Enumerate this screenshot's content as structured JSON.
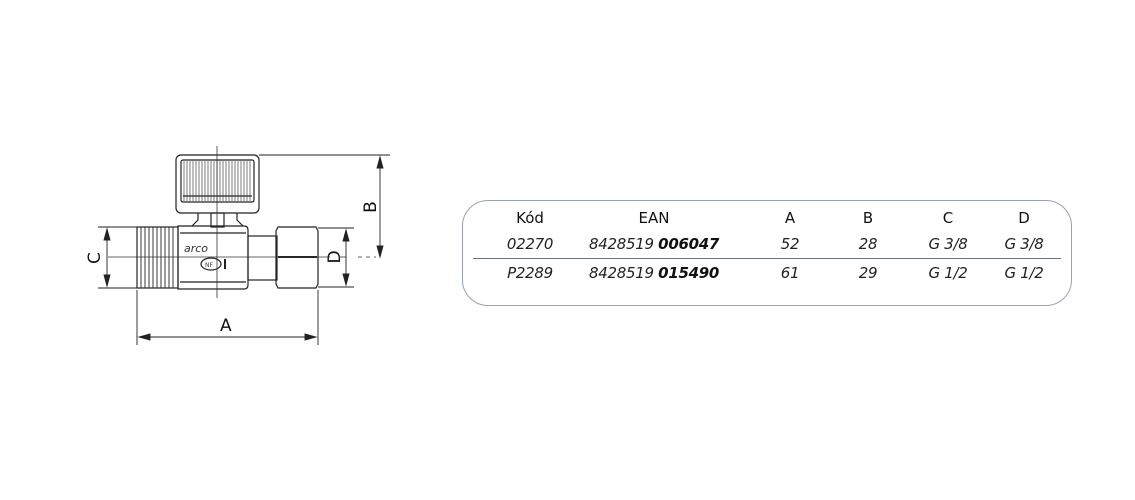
{
  "drawing": {
    "title": "Ball valve dimensional drawing",
    "brand_mark": "arco",
    "dimension_labels": {
      "A": "A",
      "B": "B",
      "C": "C",
      "D": "D"
    }
  },
  "spec_table": {
    "headers": [
      "Kód",
      "EAN",
      "A",
      "B",
      "C",
      "D"
    ],
    "rows": [
      {
        "code": "02270",
        "ean_prefix": "8428519",
        "ean_suffix": "006047",
        "A": "52",
        "B": "28",
        "C": "G 3/8",
        "D": "G 3/8"
      },
      {
        "code": "P2289",
        "ean_prefix": "8428519",
        "ean_suffix": "015490",
        "A": "61",
        "B": "29",
        "C": "G 1/2",
        "D": "G 1/2"
      }
    ]
  },
  "colors": {
    "border": "#9aa3ad",
    "separator": "#6b7683",
    "line": "#222222"
  }
}
